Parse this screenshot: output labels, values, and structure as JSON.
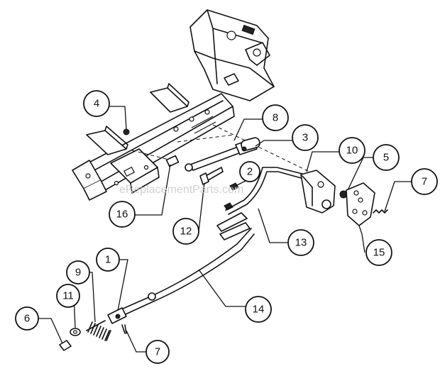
{
  "watermark": "eReplacementParts.com",
  "callouts": [
    {
      "id": "c4",
      "label": "4"
    },
    {
      "id": "c8",
      "label": "8"
    },
    {
      "id": "c3",
      "label": "3"
    },
    {
      "id": "c10",
      "label": "10"
    },
    {
      "id": "c5",
      "label": "5"
    },
    {
      "id": "c7a",
      "label": "7"
    },
    {
      "id": "c2",
      "label": "2"
    },
    {
      "id": "c16",
      "label": "16"
    },
    {
      "id": "c12",
      "label": "12"
    },
    {
      "id": "c13",
      "label": "13"
    },
    {
      "id": "c15",
      "label": "15"
    },
    {
      "id": "c1",
      "label": "1"
    },
    {
      "id": "c9",
      "label": "9"
    },
    {
      "id": "c11",
      "label": "11"
    },
    {
      "id": "c6",
      "label": "6"
    },
    {
      "id": "c14",
      "label": "14"
    },
    {
      "id": "c7b",
      "label": "7"
    }
  ]
}
